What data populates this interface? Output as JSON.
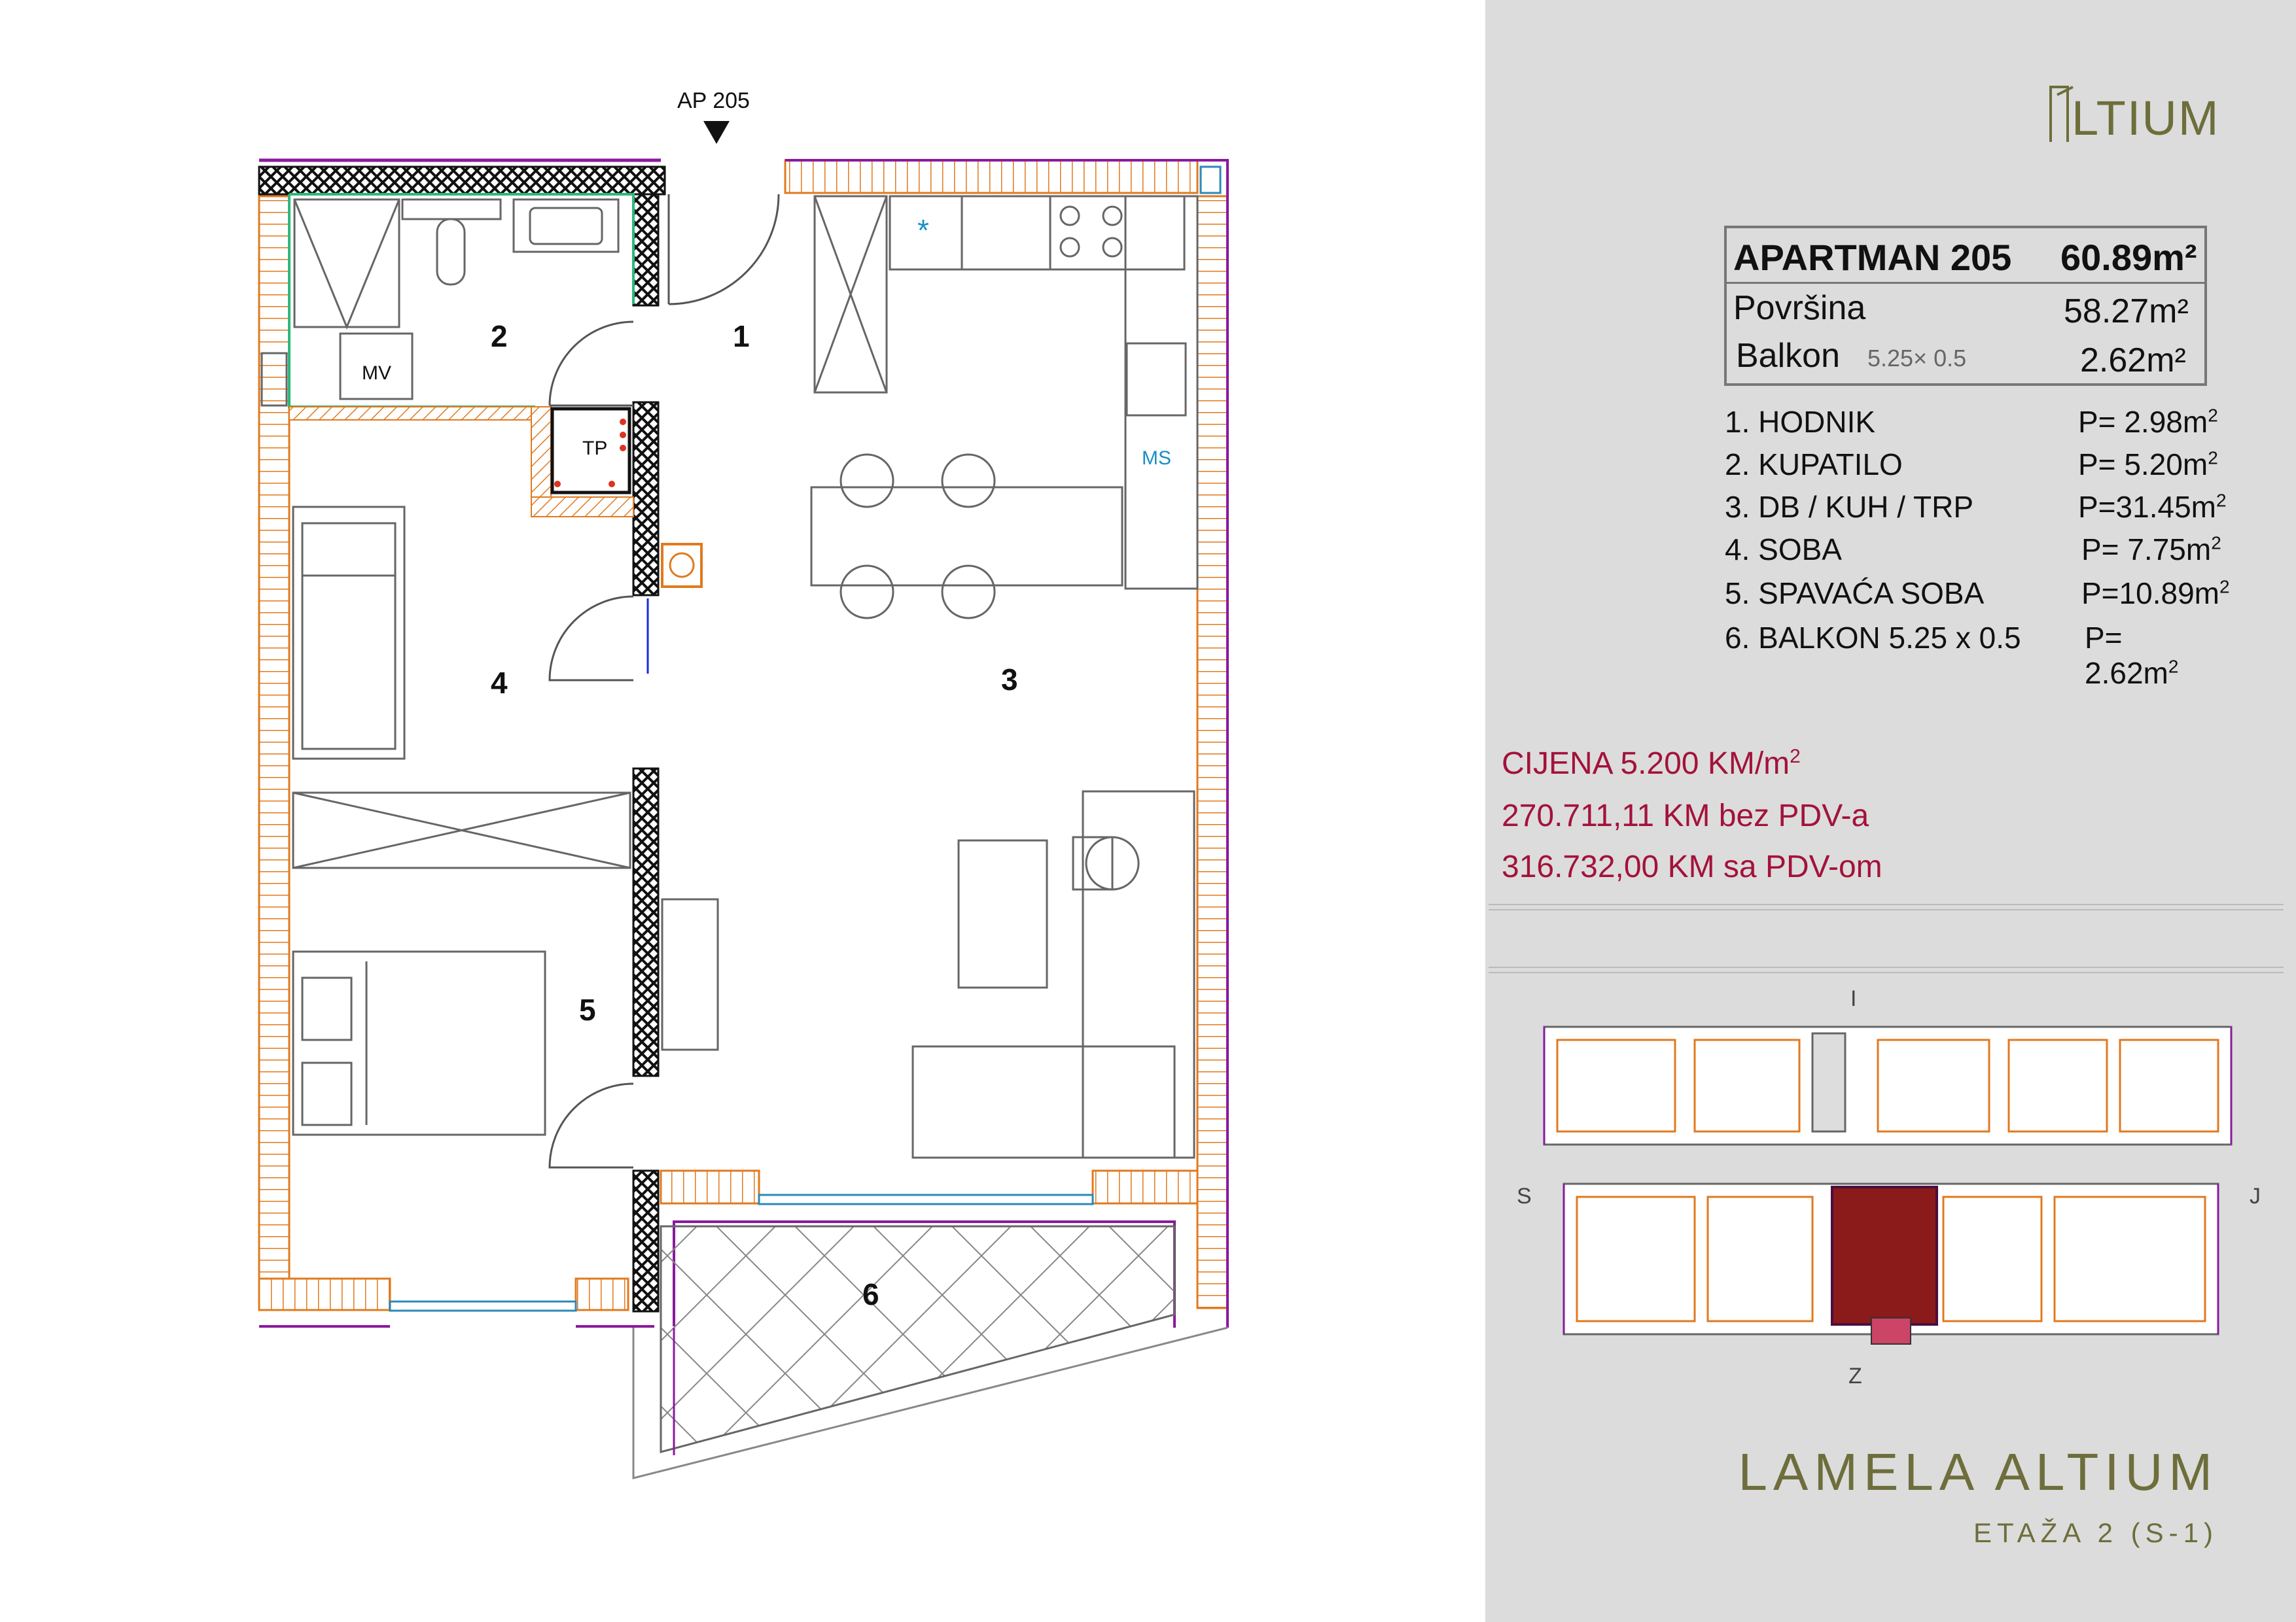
{
  "plan": {
    "entrance_label": "AP 205",
    "rooms": [
      {
        "num": "1"
      },
      {
        "num": "2"
      },
      {
        "num": "3"
      },
      {
        "num": "4"
      },
      {
        "num": "5"
      },
      {
        "num": "6"
      }
    ],
    "symbols": {
      "mv": "MV",
      "tp": "TP",
      "ms": "MS",
      "star": "*"
    }
  },
  "logo": {
    "text": "LTIUM"
  },
  "apartment": {
    "title": "APARTMAN  205",
    "total_area": "60.89m²",
    "surface_label": "Površina",
    "surface_value": "58.27m²",
    "balcony_label": "Balkon",
    "balcony_dims": "5.25× 0.5",
    "balcony_value": "2.62m²"
  },
  "rooms": [
    {
      "name": "1. HODNIK",
      "area": "P= 2.98m",
      "sup": "2"
    },
    {
      "name": "2. KUPATILO",
      "area": "P= 5.20m",
      "sup": "2"
    },
    {
      "name": "3. DB / KUH / TRP",
      "area": "P=31.45m",
      "sup": "2"
    },
    {
      "name": "4. SOBA",
      "area": "P= 7.75m",
      "sup": "2"
    },
    {
      "name": "5. SPAVAĆA SOBA",
      "area": "P=10.89m",
      "sup": "2"
    },
    {
      "name": "6. BALKON 5.25 x 0.5",
      "area": "P= 2.62m",
      "sup": "2"
    }
  ],
  "pricing": {
    "price_per_m2": "CIJENA 5.200 KM/m",
    "price_sup": "2",
    "without_vat": "270.711,11 KM bez PDV-a",
    "with_vat": "316.732,00 KM sa PDV-om"
  },
  "keyplan": {
    "north": "I",
    "west": "S",
    "east": "J",
    "south": "Z"
  },
  "building": {
    "name": "LAMELA ALTIUM",
    "floor": "ETAŽA 2 (S-1)"
  },
  "colors": {
    "accent": "#a3123a",
    "brand": "#6d6e3b",
    "panel": "#dcdcdc",
    "wall_hatch": "#e07a1f"
  }
}
